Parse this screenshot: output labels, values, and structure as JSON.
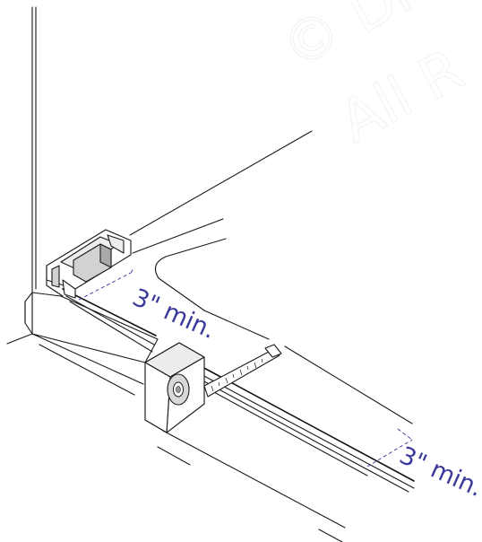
{
  "dimensions": {
    "left_label": "3\" min.",
    "right_label": "3\" min."
  },
  "watermark": {
    "line1": "© Dr",
    "line2": "All R"
  },
  "colors": {
    "dimension": "#3a3a9c",
    "outline": "#1a1a1a"
  }
}
